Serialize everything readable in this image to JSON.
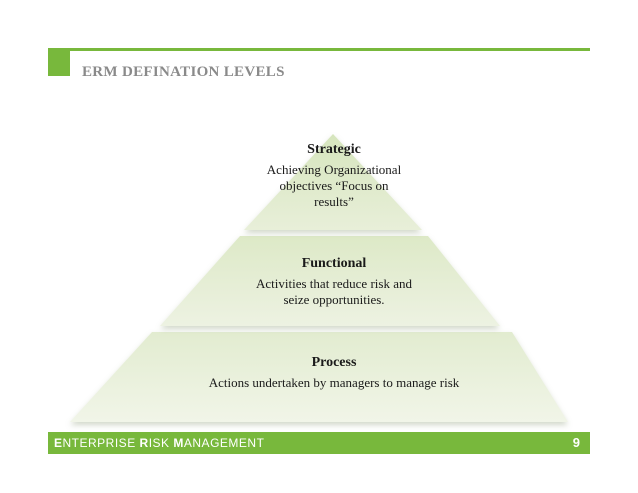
{
  "slide": {
    "title": "ERM DEFINATION LEVELS",
    "tiers": [
      {
        "title": "Strategic",
        "description_lines": [
          "Achieving Organizational",
          "objectives “Focus on",
          "results”"
        ]
      },
      {
        "title": "Functional",
        "description_lines": [
          "Activities that reduce risk and",
          "seize opportunities."
        ]
      },
      {
        "title": "Process",
        "description_lines": [
          "Actions undertaken by managers to manage risk"
        ]
      }
    ],
    "footer": {
      "word1_initial": "E",
      "word1_rest": "NTERPRISE ",
      "word2_initial": "R",
      "word2_rest": "ISK ",
      "word3_initial": "M",
      "word3_rest": "ANAGEMENT",
      "page_number": "9"
    },
    "colors": {
      "accent": "#78b83c",
      "tier_top": "#dfeacb",
      "tier_mid": "#e7eed8",
      "tier_bottom": "#eef3e3"
    }
  }
}
